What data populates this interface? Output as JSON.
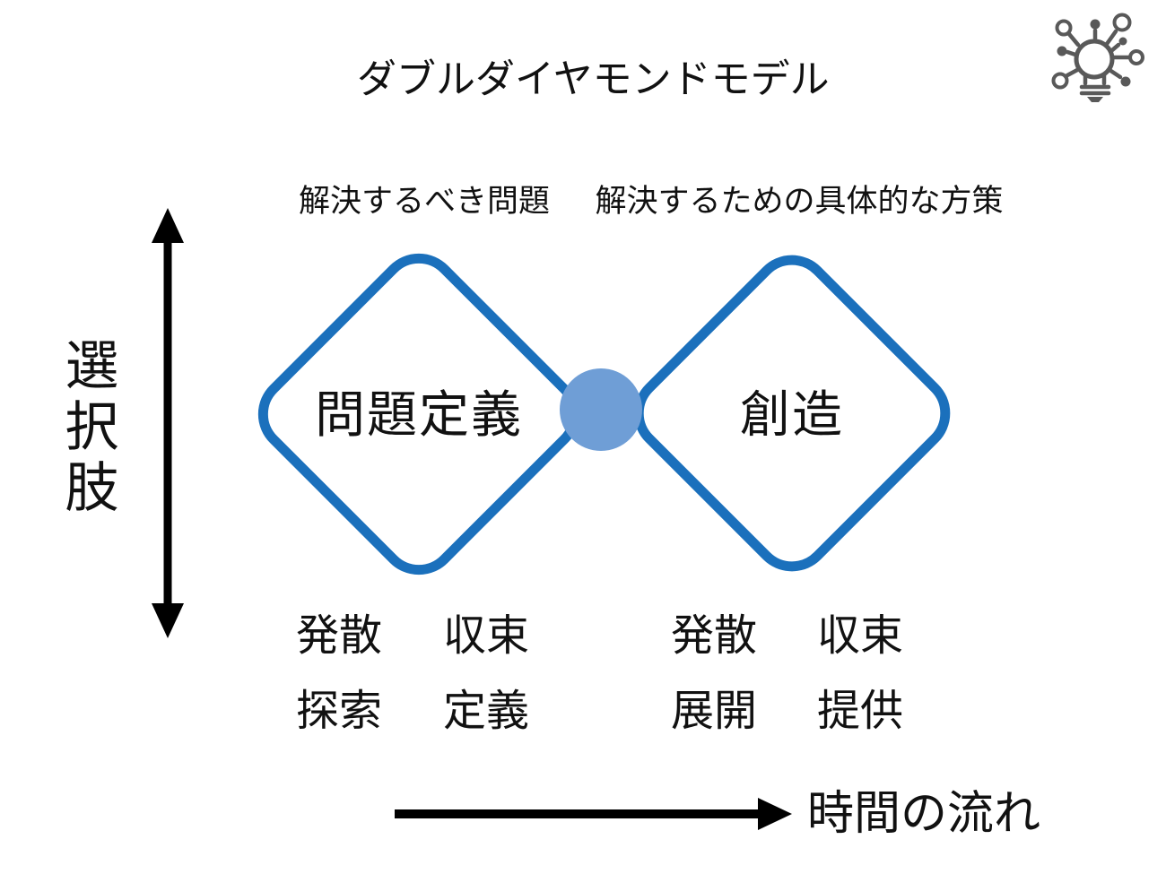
{
  "title": "ダブルダイヤモンドモデル",
  "y_axis": {
    "label": "選択肢"
  },
  "x_axis": {
    "label": "時間の流れ"
  },
  "diamonds": [
    {
      "caption": "解決するべき問題",
      "name": "問題定義",
      "phases_row1": [
        "発散",
        "収束"
      ],
      "phases_row2": [
        "探索",
        "定義"
      ]
    },
    {
      "caption": "解決するための具体的な方策",
      "name": "創造",
      "phases_row1": [
        "発散",
        "収束"
      ],
      "phases_row2": [
        "展開",
        "提供"
      ]
    }
  ],
  "icons": {
    "corner": "idea-lightbulb-network-icon"
  },
  "colors": {
    "diamond_outline": "#1B70BC",
    "junction_node": "#6F9ED6",
    "arrow": "#000000",
    "icon_gray": "#595959",
    "text": "#111111"
  }
}
